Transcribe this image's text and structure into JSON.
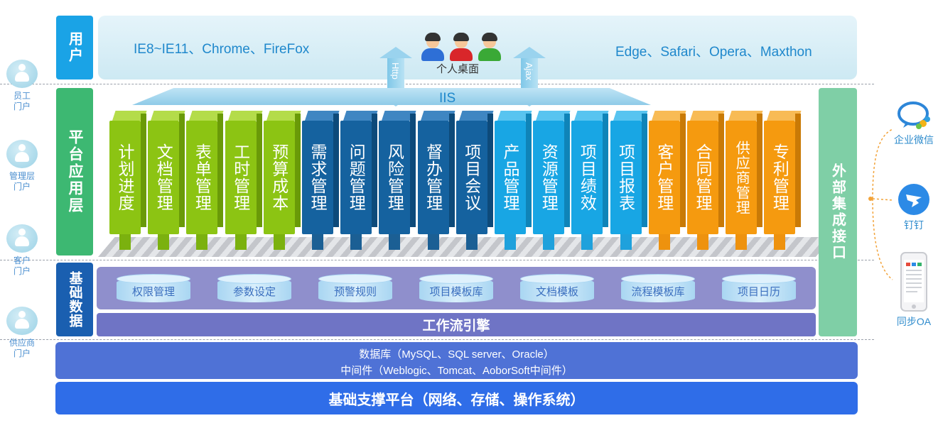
{
  "colors": {
    "user": "#1aa3e6",
    "platform": "#3db872",
    "basedata": "#1a5fb0",
    "external": "#7fcfa6",
    "green": "#8cc413",
    "navy": "#15629f",
    "cyan": "#18a6e4",
    "orange": "#f59a0f"
  },
  "left_portals": [
    {
      "icon": "employee-portal-icon",
      "label_1": "员工",
      "label_2": "门户"
    },
    {
      "icon": "manager-portal-icon",
      "label_1": "管理层",
      "label_2": "门户"
    },
    {
      "icon": "customer-portal-icon",
      "label_1": "客户",
      "label_2": "门户"
    },
    {
      "icon": "supplier-portal-icon",
      "label_1": "供应商",
      "label_2": "门户"
    }
  ],
  "user_layer": {
    "label": "用户",
    "browsers_left": "IE8~IE11、Chrome、FireFox",
    "browsers_right": "Edge、Safari、Opera、Maxthon",
    "desktop_label": "个人桌面",
    "arrow_left": "Http",
    "arrow_right": "Ajax",
    "server": "IIS"
  },
  "platform_layer": {
    "label": "平台应用层",
    "modules": [
      {
        "name": "计划进度",
        "group": "green"
      },
      {
        "name": "文档管理",
        "group": "green"
      },
      {
        "name": "表单管理",
        "group": "green"
      },
      {
        "name": "工时管理",
        "group": "green"
      },
      {
        "name": "预算成本",
        "group": "green"
      },
      {
        "name": "需求管理",
        "group": "navy"
      },
      {
        "name": "问题管理",
        "group": "navy"
      },
      {
        "name": "风险管理",
        "group": "navy"
      },
      {
        "name": "督办管理",
        "group": "navy"
      },
      {
        "name": "项目会议",
        "group": "navy"
      },
      {
        "name": "产品管理",
        "group": "cyan"
      },
      {
        "name": "资源管理",
        "group": "cyan"
      },
      {
        "name": "项目绩效",
        "group": "cyan"
      },
      {
        "name": "项目报表",
        "group": "cyan"
      },
      {
        "name": "客户管理",
        "group": "orange"
      },
      {
        "name": "合同管理",
        "group": "orange"
      },
      {
        "name": "供应商管理",
        "group": "orange"
      },
      {
        "name": "专利管理",
        "group": "orange"
      }
    ]
  },
  "base_layer": {
    "label": "基础数据",
    "items": [
      "权限管理",
      "参数设定",
      "预警规则",
      "项目模板库",
      "文档模板",
      "流程模板库",
      "项目日历"
    ],
    "workflow": "工作流引擎"
  },
  "external_layer": {
    "label": "外部集成接口"
  },
  "database_line": "数据库（MySQL、SQL server、Oracle）",
  "middleware_line": "中间件（Weblogic、Tomcat、AoborSoft中间件）",
  "infrastructure": "基础支撑平台（网络、存储、操作系统）",
  "integrations": [
    {
      "icon": "wechat-work-icon",
      "label": "企业微信"
    },
    {
      "icon": "dingtalk-icon",
      "label": "钉钉"
    },
    {
      "icon": "mobile-oa-icon",
      "label": "同步OA"
    }
  ]
}
